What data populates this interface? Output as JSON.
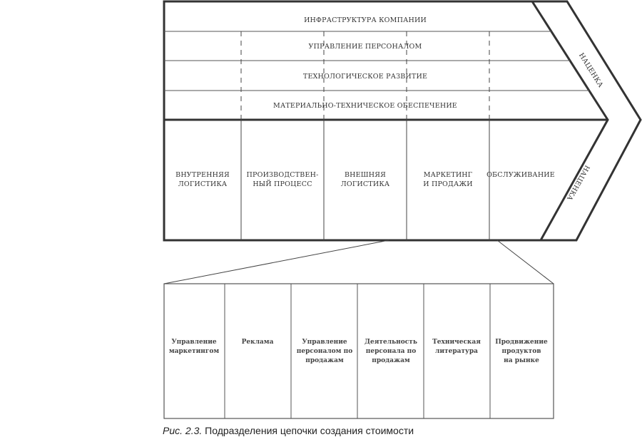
{
  "support": [
    "ИНФРАСТРУКТУРА КОМПАНИИ",
    "УПРАВЛЕНИЕ ПЕРСОНАЛОМ",
    "ТЕХНОЛОГИЧЕСКОЕ РАЗВИТИЕ",
    "МАТЕРИАЛЬНО-ТЕХНИЧЕСКОЕ ОБЕСПЕЧЕНИЕ"
  ],
  "primary": [
    [
      "ВНУТРЕННЯЯ",
      "ЛОГИСТИКА"
    ],
    [
      "ПРОИЗВОДСТВЕН-",
      "НЫЙ ПРОЦЕСС"
    ],
    [
      "ВНЕШНЯЯ",
      "ЛОГИСТИКА"
    ],
    [
      "МАРКЕТИНГ",
      "И ПРОДАЖИ"
    ],
    [
      "ОБСЛУЖИВАНИЕ"
    ]
  ],
  "margin_top": "НАЦЕНКА",
  "margin_bottom": "НАЦЕНКА",
  "detail": [
    [
      "Управление",
      "маркетингом"
    ],
    [
      "Реклама"
    ],
    [
      "Управление",
      "персоналом по",
      "продажам"
    ],
    [
      "Деятельность",
      "персонала по",
      "продажам"
    ],
    [
      "Техническая",
      "литература"
    ],
    [
      "Продвижение",
      "продуктов",
      "на рынке"
    ]
  ],
  "caption": {
    "label": "Рис. 2.3.",
    "text": "Подразделения цепочки создания стоимости"
  }
}
